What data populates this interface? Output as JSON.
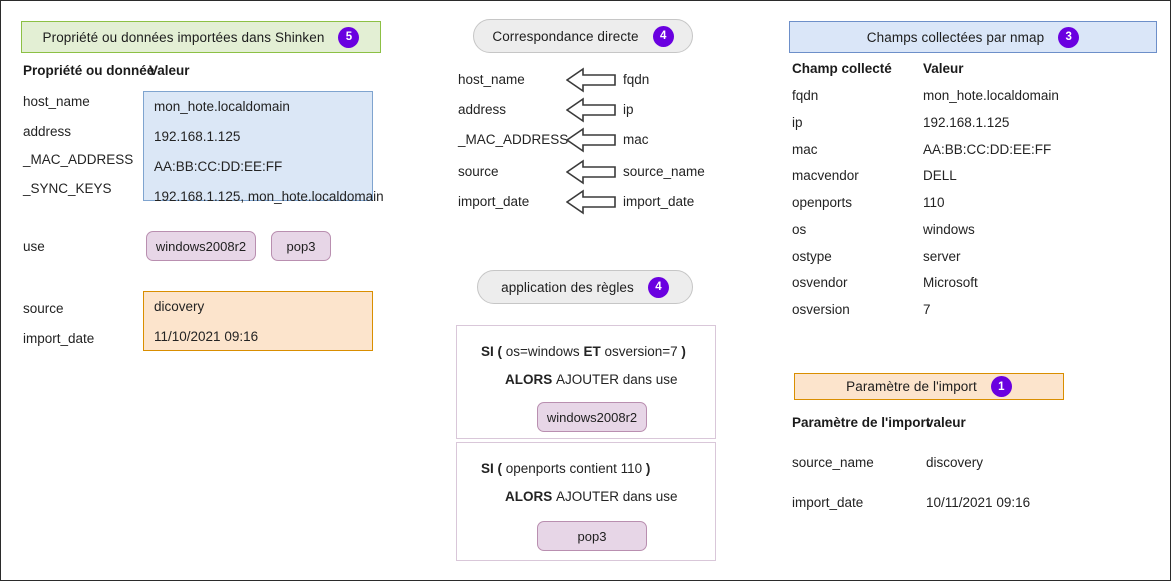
{
  "panels": {
    "shinken": {
      "header": "Propriété ou données importées dans Shinken",
      "badge": "5",
      "columns": {
        "key": "Propriété ou donnée",
        "value": "Valeur"
      },
      "rows": [
        {
          "key": "host_name",
          "value": "mon_hote.localdomain"
        },
        {
          "key": "address",
          "value": "192.168.1.125"
        },
        {
          "key": "_MAC_ADDRESS",
          "value": "AA:BB:CC:DD:EE:FF"
        },
        {
          "key": "_SYNC_KEYS",
          "value": "192.168.1.125, mon_hote.localdomain"
        }
      ],
      "use": {
        "key": "use",
        "chips": [
          "windows2008r2",
          "pop3"
        ]
      },
      "import": [
        {
          "key": "source",
          "value": "dicovery"
        },
        {
          "key": "import_date",
          "value": "11/10/2021 09:16"
        }
      ]
    },
    "mapping": {
      "header": "Correspondance directe",
      "badge": "4",
      "pairs": [
        {
          "target": "host_name",
          "arrow": "left-block-arrow",
          "source": "fqdn"
        },
        {
          "target": "address",
          "arrow": "left-block-arrow",
          "source": "ip"
        },
        {
          "target": "_MAC_ADDRESS",
          "arrow": "left-block-arrow",
          "source": "mac"
        },
        {
          "target": "source",
          "arrow": "left-block-arrow",
          "source": "source_name"
        },
        {
          "target": "import_date",
          "arrow": "left-block-arrow",
          "source": "import_date"
        }
      ]
    },
    "rules": {
      "header": "application des règles",
      "badge": "4",
      "items": [
        {
          "if_prefix": "SI (",
          "if_body": " os=windows ",
          "if_operator": "ET",
          "if_body2": " osversion=7 ",
          "if_suffix": ")",
          "then_keyword": "ALORS",
          "then_text": "AJOUTER dans use",
          "chip": "windows2008r2"
        },
        {
          "if_prefix": "SI (",
          "if_body": " openports contient 110 ",
          "if_operator": "",
          "if_body2": "",
          "if_suffix": ")",
          "then_keyword": "ALORS",
          "then_text": "AJOUTER dans use",
          "chip": "pop3"
        }
      ]
    },
    "nmap": {
      "header": "Champs collectées par nmap",
      "badge": "3",
      "columns": {
        "key": "Champ collecté",
        "value": "Valeur"
      },
      "rows": [
        {
          "key": "fqdn",
          "value": "mon_hote.localdomain"
        },
        {
          "key": "ip",
          "value": "192.168.1.125"
        },
        {
          "key": "mac",
          "value": "AA:BB:CC:DD:EE:FF"
        },
        {
          "key": "macvendor",
          "value": "DELL"
        },
        {
          "key": "openports",
          "value": "110"
        },
        {
          "key": "os",
          "value": "windows"
        },
        {
          "key": "ostype",
          "value": "server"
        },
        {
          "key": "osvendor",
          "value": "Microsoft"
        },
        {
          "key": "osversion",
          "value": "7"
        }
      ]
    },
    "importparams": {
      "header": "Paramètre de l'import",
      "badge": "1",
      "columns": {
        "key": "Paramètre de l'import",
        "value": "valeur"
      },
      "rows": [
        {
          "key": "source_name",
          "value": "discovery"
        },
        {
          "key": "import_date",
          "value": "10/11/2021 09:16"
        }
      ]
    }
  },
  "colors": {
    "badge_purple": "#6a00e0",
    "green_fill": "#e3efd4",
    "green_border": "#8cc044",
    "blue_fill": "#dae6f8",
    "blue_border": "#6d8fc9",
    "orange_fill": "#fce4cc",
    "orange_border": "#d98e00",
    "chip_fill": "#e7d6e7",
    "chip_border": "#b98fb0",
    "pill_fill": "#ededed",
    "pill_border": "#c6c6c6"
  }
}
